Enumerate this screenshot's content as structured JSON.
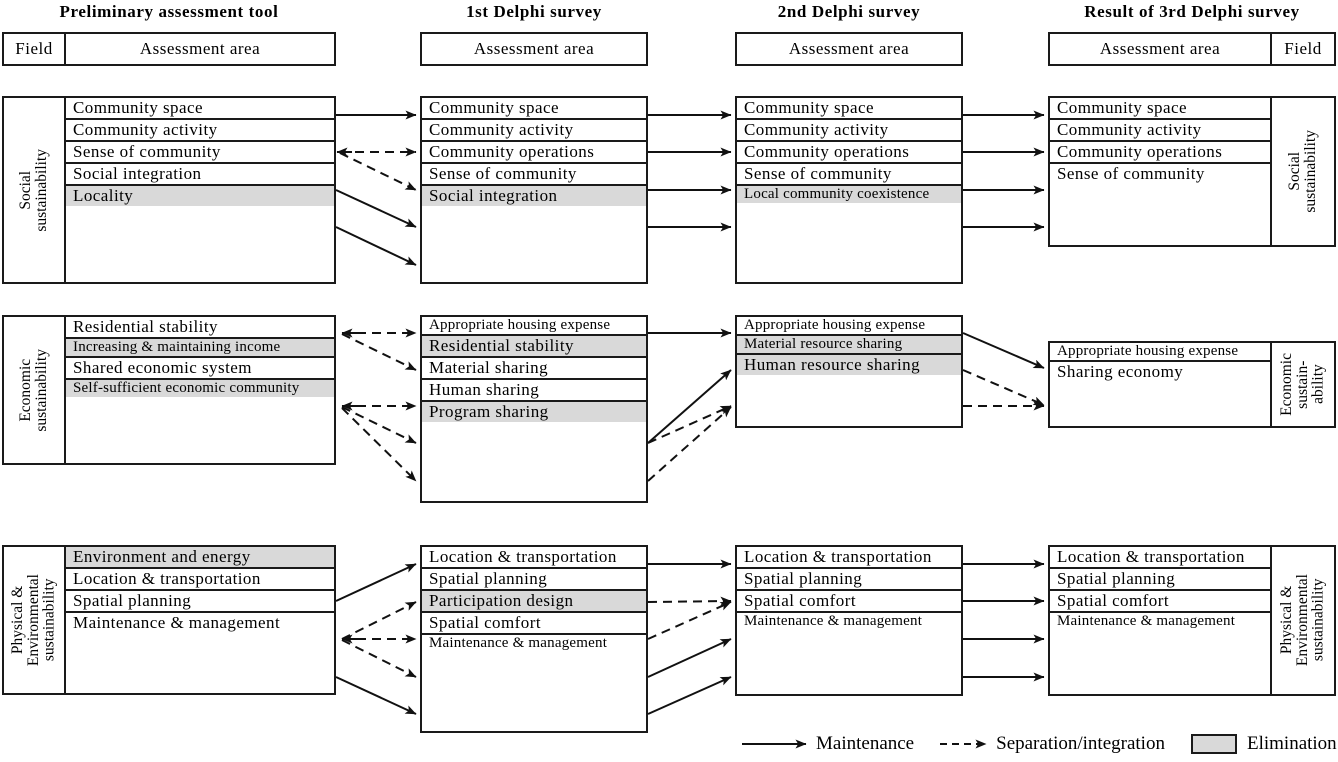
{
  "columns": [
    {
      "key": "prelim",
      "title": "Preliminary assessment tool",
      "header": {
        "field": "Field",
        "assessment": "Assessment area"
      }
    },
    {
      "key": "delphi1",
      "title": "1st Delphi survey",
      "header": {
        "assessment": "Assessment area"
      }
    },
    {
      "key": "delphi2",
      "title": "2nd Delphi survey",
      "header": {
        "assessment": "Assessment area"
      }
    },
    {
      "key": "delphi3",
      "title": "Result of 3rd Delphi survey",
      "header": {
        "assessment": "Assessment area",
        "field": "Field"
      }
    }
  ],
  "sections": {
    "social": {
      "field_label": "Social\nsustainability",
      "prelim": [
        {
          "label": "Community space",
          "state": "keep"
        },
        {
          "label": "Community activity",
          "state": "keep"
        },
        {
          "label": "Sense of community",
          "state": "keep"
        },
        {
          "label": "Social integration",
          "state": "keep"
        },
        {
          "label": "Locality",
          "state": "eliminated"
        }
      ],
      "delphi1": [
        {
          "label": "Community space",
          "state": "keep"
        },
        {
          "label": "Community activity",
          "state": "keep"
        },
        {
          "label": "Community operations",
          "state": "keep"
        },
        {
          "label": "Sense of community",
          "state": "keep"
        },
        {
          "label": "Social integration",
          "state": "eliminated"
        }
      ],
      "delphi2": [
        {
          "label": "Community space",
          "state": "keep"
        },
        {
          "label": "Community activity",
          "state": "keep"
        },
        {
          "label": "Community operations",
          "state": "keep"
        },
        {
          "label": "Sense of community",
          "state": "keep"
        },
        {
          "label": "Local community coexistence",
          "state": "eliminated"
        }
      ],
      "delphi3": [
        {
          "label": "Community space",
          "state": "keep"
        },
        {
          "label": "Community activity",
          "state": "keep"
        },
        {
          "label": "Community operations",
          "state": "keep"
        },
        {
          "label": "Sense of community",
          "state": "keep"
        }
      ]
    },
    "economic": {
      "field_label": "Economic\nsustainability",
      "field_label_right": "Economic\nsustain-\nability",
      "prelim": [
        {
          "label": "Residential stability",
          "state": "keep"
        },
        {
          "label": "Increasing & maintaining income",
          "state": "eliminated"
        },
        {
          "label": "Shared economic system",
          "state": "keep"
        },
        {
          "label": "Self-sufficient economic community",
          "state": "eliminated"
        }
      ],
      "delphi1": [
        {
          "label": "Appropriate housing expense",
          "state": "keep"
        },
        {
          "label": "Residential stability",
          "state": "eliminated"
        },
        {
          "label": "Material sharing",
          "state": "keep"
        },
        {
          "label": "Human sharing",
          "state": "keep"
        },
        {
          "label": "Program sharing",
          "state": "eliminated"
        }
      ],
      "delphi2": [
        {
          "label": "Appropriate housing expense",
          "state": "keep"
        },
        {
          "label": "Material resource sharing",
          "state": "eliminated"
        },
        {
          "label": "Human resource sharing",
          "state": "eliminated"
        }
      ],
      "delphi3": [
        {
          "label": "Appropriate housing expense",
          "state": "keep"
        },
        {
          "label": "Sharing economy",
          "state": "keep"
        }
      ]
    },
    "physical": {
      "field_label": "Physical &\nEnvironmental\nsustainability",
      "prelim": [
        {
          "label": "Environment and energy",
          "state": "eliminated"
        },
        {
          "label": "Location & transportation",
          "state": "keep"
        },
        {
          "label": "Spatial planning",
          "state": "keep"
        },
        {
          "label": "Maintenance & management",
          "state": "keep"
        }
      ],
      "delphi1": [
        {
          "label": "Location & transportation",
          "state": "keep"
        },
        {
          "label": "Spatial planning",
          "state": "keep"
        },
        {
          "label": "Participation design",
          "state": "eliminated"
        },
        {
          "label": "Spatial comfort",
          "state": "keep"
        },
        {
          "label": "Maintenance & management",
          "state": "keep"
        }
      ],
      "delphi2": [
        {
          "label": "Location & transportation",
          "state": "keep"
        },
        {
          "label": "Spatial planning",
          "state": "keep"
        },
        {
          "label": "Spatial comfort",
          "state": "keep"
        },
        {
          "label": "Maintenance & management",
          "state": "keep"
        }
      ],
      "delphi3": [
        {
          "label": "Location & transportation",
          "state": "keep"
        },
        {
          "label": "Spatial planning",
          "state": "keep"
        },
        {
          "label": "Spatial comfort",
          "state": "keep"
        },
        {
          "label": "Maintenance & management",
          "state": "keep"
        }
      ]
    }
  },
  "legend": {
    "maintenance": "Maintenance",
    "separation": "Separation/integration",
    "elimination": "Elimination"
  },
  "colors": {
    "line": "#1a1a1a",
    "eliminated_fill": "#d9d9d9",
    "background": "#ffffff"
  }
}
